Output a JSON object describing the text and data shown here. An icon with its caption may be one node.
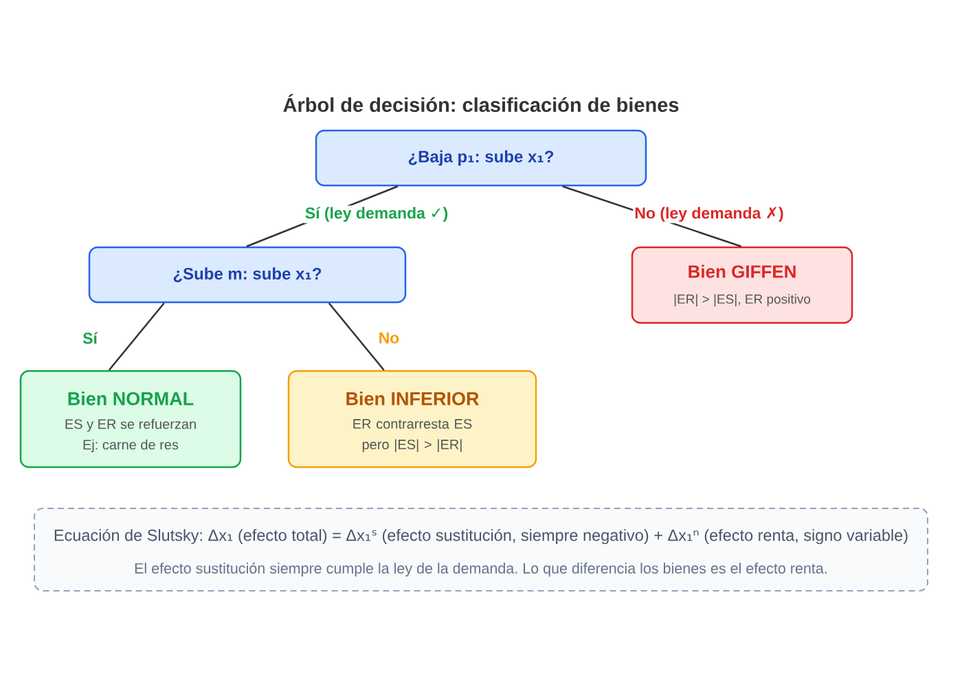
{
  "diagram": {
    "title": "Árbol de decisión: clasificación de bienes",
    "nodes": [
      {
        "text": [
          "¿Baja p₁: sube x₁?"
        ]
      },
      {
        "text": [
          "¿Sube m: sube x₁?"
        ]
      },
      {
        "text": [
          "Bien GIFFEN",
          "|ER| > |ES|, ER positivo"
        ]
      },
      {
        "text": [
          "Bien NORMAL",
          "ES y ER se refuerzan",
          "Ej: carne de res"
        ]
      },
      {
        "text": [
          "Bien INFERIOR",
          "ER contrarresta ES pero |ES| > |ER|"
        ]
      },
      {
        "text": [
          "Ecuación de Slutsky: Δx₁ (efecto total) = Δx₁ˢ (efecto sustitución, siempre negativo) + Δx₁ⁿ (efecto renta, signo variable)",
          "El efecto sustitución siempre cumple la ley de la demanda. Lo que diferencia los bienes es el efecto renta."
        ]
      }
    ],
    "edges": [
      {
        "from": 0,
        "to": 1,
        "arrow": "none",
        "label": "Sí (ley demanda ✓)"
      },
      {
        "from": 0,
        "to": 2,
        "arrow": "none",
        "label": "No (ley demanda ✗)"
      },
      {
        "from": 1,
        "to": 3,
        "arrow": "none",
        "label": "Sí"
      },
      {
        "from": 1,
        "to": 4,
        "arrow": "none",
        "label": "No"
      }
    ]
  }
}
